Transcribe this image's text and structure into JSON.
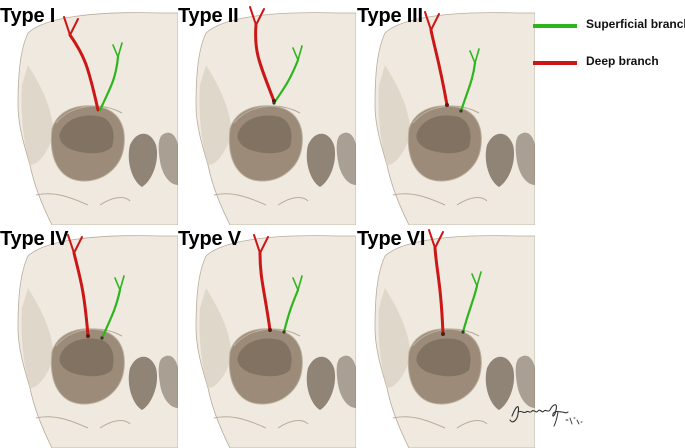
{
  "panels": [
    {
      "label": "Type I"
    },
    {
      "label": "Type II"
    },
    {
      "label": "Type III"
    },
    {
      "label": "Type IV"
    },
    {
      "label": "Type V"
    },
    {
      "label": "Type VI"
    }
  ],
  "legend": {
    "items": [
      {
        "label": "Superficial branch",
        "color": "#2db51e"
      },
      {
        "label": "Deep branch",
        "color": "#cc1717"
      }
    ]
  },
  "colors": {
    "bone": "#efe9df",
    "bone_shadow": "#d8cfc1",
    "orbit": "#9b8b78",
    "orbit_dark": "#6f6253",
    "outline": "#b9ad9b"
  },
  "signature": {
    "alt": "artist signature, M.D."
  }
}
